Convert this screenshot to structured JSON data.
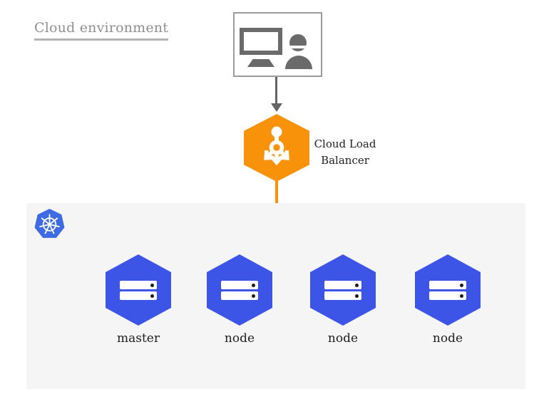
{
  "header": {
    "title": "Cloud environment"
  },
  "client": {
    "icons": [
      "monitor-icon",
      "person-icon"
    ]
  },
  "load_balancer": {
    "label": "Cloud Load Balancer",
    "icon": "load-balancer-icon",
    "color": "#F8920B"
  },
  "cluster": {
    "logo_icon": "kubernetes-logo",
    "panel_color": "#F5F5F6",
    "node_color": "#3C55E6",
    "node_icon": "server-icon",
    "nodes": [
      {
        "label": "master"
      },
      {
        "label": "node"
      },
      {
        "label": "node"
      },
      {
        "label": "node"
      }
    ]
  },
  "colors": {
    "accent_orange": "#F8920B",
    "node_blue": "#3C55E6",
    "kubernetes_blue": "#3E6BE4",
    "panel_gray": "#F5F5F6",
    "icon_gray": "#6A6A6A",
    "heading_gray": "#8F8F8F",
    "text_dark": "#212121"
  }
}
